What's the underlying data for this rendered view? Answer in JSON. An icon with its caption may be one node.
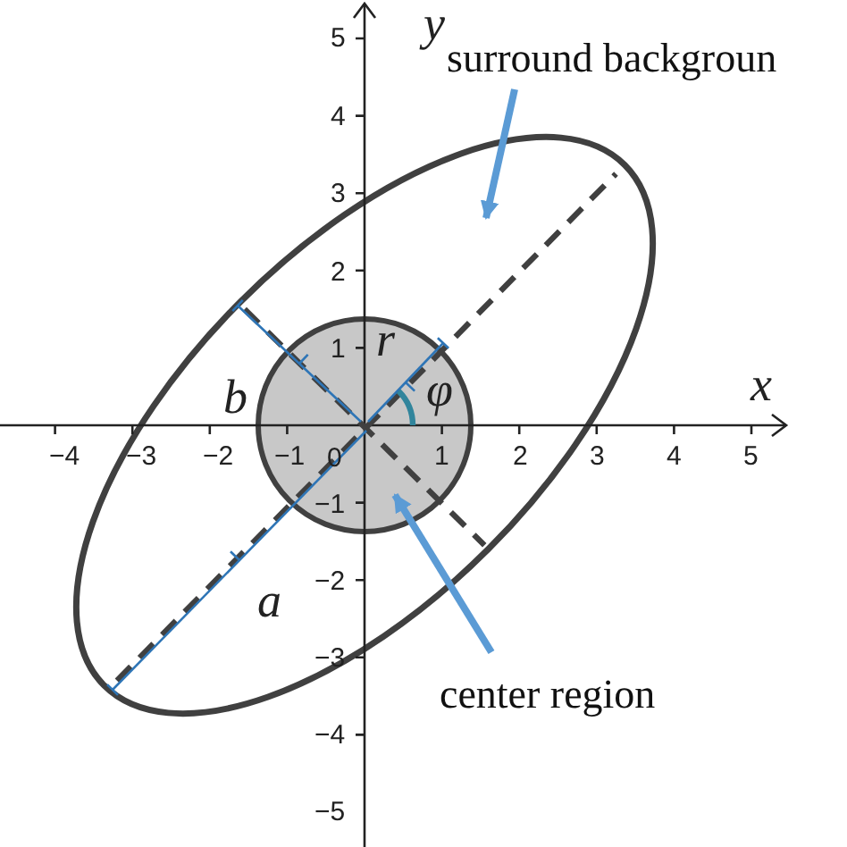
{
  "diagram": {
    "nodes": [
      {
        "text": [],
        "shape": "ellipse"
      },
      {
        "text": [],
        "shape": "circle",
        "in": 0
      },
      {
        "text": [
          "surround backgroun"
        ]
      },
      {
        "text": [
          "center region"
        ]
      }
    ],
    "edges": [
      {
        "from": 2,
        "to": 0,
        "arrow": "to"
      },
      {
        "from": 3,
        "to": 1,
        "arrow": "to"
      }
    ],
    "labels": [
      "y",
      "5",
      "4",
      "3",
      "2",
      "1",
      "b",
      "r",
      "φ",
      "x",
      "−4",
      "−3",
      "−2",
      "−1",
      "0",
      "1",
      "2",
      "3",
      "4",
      "5",
      "−1",
      "−2",
      "a",
      "−3",
      "−4",
      "−5"
    ]
  }
}
